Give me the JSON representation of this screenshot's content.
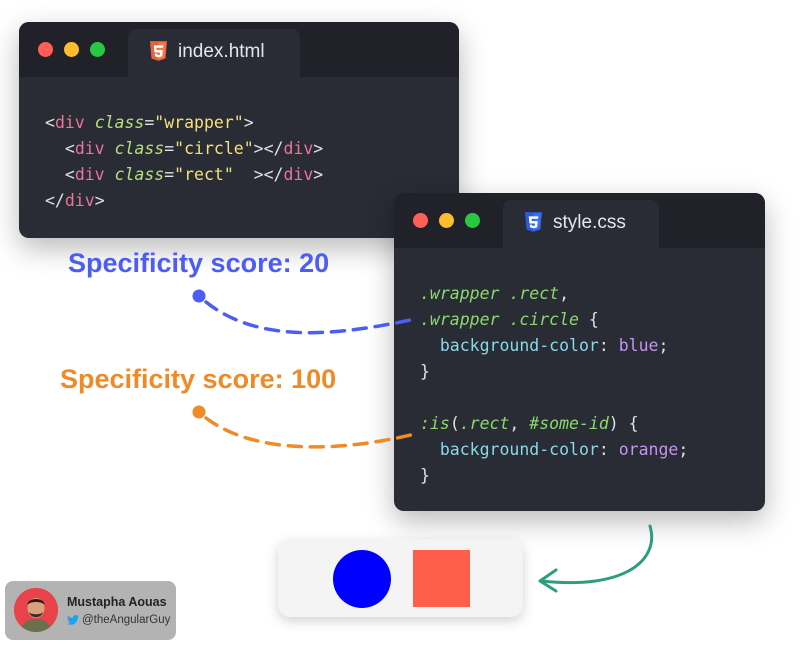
{
  "html_window": {
    "tab_label": "index.html",
    "icon": "html5-icon",
    "lines": [
      [
        {
          "t": "<",
          "c": "punc"
        },
        {
          "t": "div",
          "c": "tag"
        },
        {
          "t": " "
        },
        {
          "t": "class",
          "c": "attr"
        },
        {
          "t": "=",
          "c": "punc"
        },
        {
          "t": "\"wrapper\"",
          "c": "str"
        },
        {
          "t": ">",
          "c": "punc"
        }
      ],
      [
        {
          "t": "  <",
          "c": "punc"
        },
        {
          "t": "div",
          "c": "tag"
        },
        {
          "t": " "
        },
        {
          "t": "class",
          "c": "attr"
        },
        {
          "t": "=",
          "c": "punc"
        },
        {
          "t": "\"circle\"",
          "c": "str"
        },
        {
          "t": "></",
          "c": "punc"
        },
        {
          "t": "div",
          "c": "tag"
        },
        {
          "t": ">",
          "c": "punc"
        }
      ],
      [
        {
          "t": "  <",
          "c": "punc"
        },
        {
          "t": "div",
          "c": "tag"
        },
        {
          "t": " "
        },
        {
          "t": "class",
          "c": "attr"
        },
        {
          "t": "=",
          "c": "punc"
        },
        {
          "t": "\"rect\"",
          "c": "str"
        },
        {
          "t": "  ></",
          "c": "punc"
        },
        {
          "t": "div",
          "c": "tag"
        },
        {
          "t": ">",
          "c": "punc"
        }
      ],
      [
        {
          "t": "</",
          "c": "punc"
        },
        {
          "t": "div",
          "c": "tag"
        },
        {
          "t": ">",
          "c": "punc"
        }
      ]
    ]
  },
  "css_window": {
    "tab_label": "style.css",
    "icon": "css3-icon",
    "lines": [
      [
        {
          "t": ".wrapper .rect",
          "c": "sel"
        },
        {
          "t": ",",
          "c": "punc"
        }
      ],
      [
        {
          "t": ".wrapper .circle",
          "c": "sel"
        },
        {
          "t": " {",
          "c": "punc"
        }
      ],
      [
        {
          "t": "  "
        },
        {
          "t": "background-color",
          "c": "prop"
        },
        {
          "t": ": ",
          "c": "punc"
        },
        {
          "t": "blue",
          "c": "val"
        },
        {
          "t": ";",
          "c": "punc"
        }
      ],
      [
        {
          "t": "}",
          "c": "punc"
        }
      ],
      [],
      [
        {
          "t": ":is",
          "c": "sel"
        },
        {
          "t": "(",
          "c": "punc"
        },
        {
          "t": ".rect",
          "c": "sel"
        },
        {
          "t": ", ",
          "c": "punc"
        },
        {
          "t": "#some-id",
          "c": "sel"
        },
        {
          "t": ") {",
          "c": "punc"
        }
      ],
      [
        {
          "t": "  "
        },
        {
          "t": "background-color",
          "c": "prop"
        },
        {
          "t": ": ",
          "c": "punc"
        },
        {
          "t": "orange",
          "c": "val"
        },
        {
          "t": ";",
          "c": "punc"
        }
      ],
      [
        {
          "t": "}",
          "c": "punc"
        }
      ]
    ]
  },
  "annotations": {
    "score_20": "Specificity score: 20",
    "score_100": "Specificity score: 100"
  },
  "result": {
    "circle_color": "#0000ff",
    "rect_color": "#ff5f4a"
  },
  "author": {
    "name": "Mustapha Aouas",
    "handle": "@theAngularGuy"
  },
  "colors": {
    "blue_accent": "#4d5cf5",
    "orange_accent": "#ef8a27",
    "teal_arrow": "#2e9c7f"
  }
}
